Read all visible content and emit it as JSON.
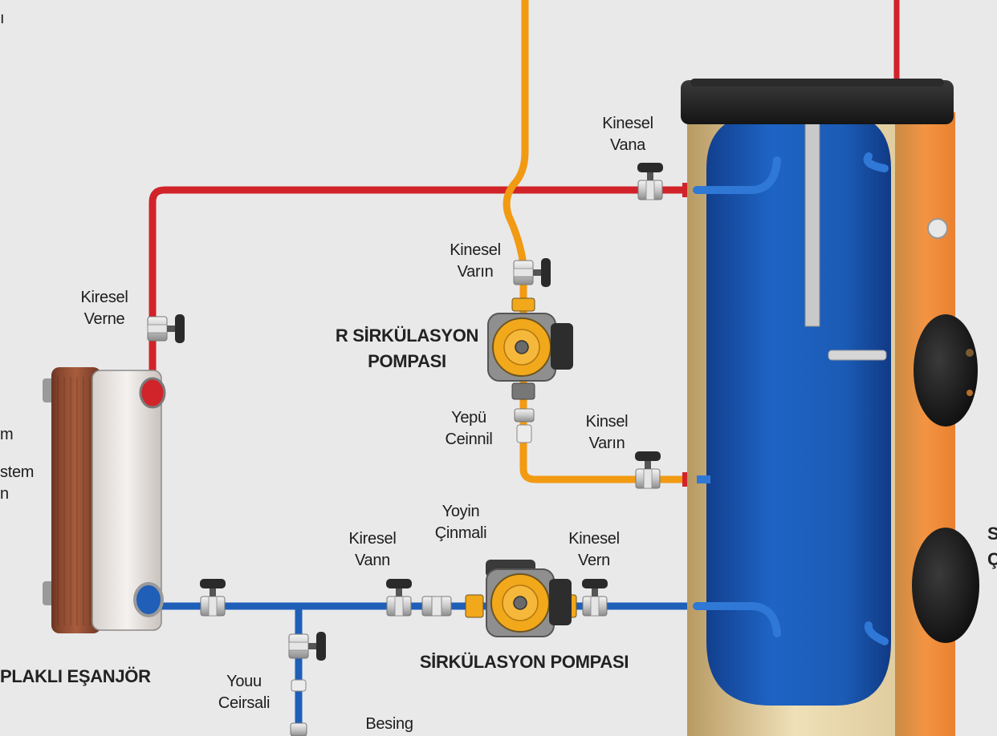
{
  "colors": {
    "hot_pipe": "#d1232a",
    "warm_pipe": "#f19a12",
    "cold_pipe": "#1f5fb8",
    "tank_outer": "#ef8a3a",
    "tank_inner": "#1a5cb8",
    "tank_shell": "#e6d3a8",
    "background": "#e9e9ea"
  },
  "labels": {
    "valve_top_right": "Kinesel\nVana",
    "valve_mid": "Kinesel\nVarın",
    "valve_left": "Kiresel\nVerne",
    "pump_top": "R SİRKÜLASYON\nPOMPASI",
    "fitting_mid": "Yepü\nCeinnil",
    "valve_right_mid": "Kinsel\nVarın",
    "fitting_bottom": "Yoyin\nÇinmali",
    "valve_bottom_left": "Kiresel\nVann",
    "valve_bottom_right": "Kinesel\nVern",
    "pump_bottom": "SİRKÜLASYON POMPASI",
    "exchanger": "PLAKLI EŞANJÖR",
    "fitting_bottom_left": "Youu\nCeirsali",
    "bottom_text": "Besing",
    "edge_left_1": "m",
    "edge_left_2": "stem\nn",
    "edge_right": "S\nÇ",
    "edge_top_left": "ı"
  }
}
